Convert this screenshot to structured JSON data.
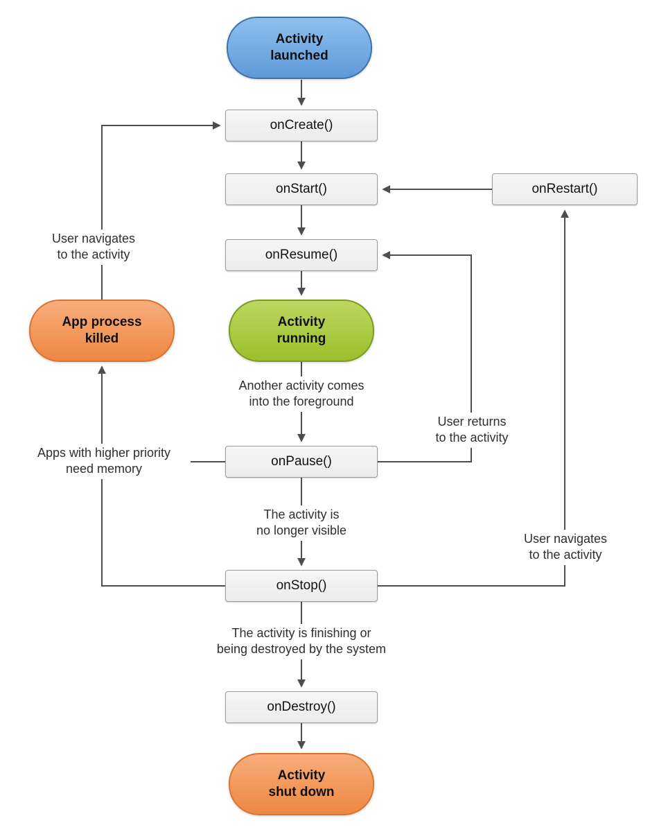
{
  "diagram": {
    "nodes": {
      "activity_launched": "Activity\nlaunched",
      "on_create": "onCreate()",
      "on_start": "onStart()",
      "on_resume": "onResume()",
      "activity_running": "Activity\nrunning",
      "on_pause": "onPause()",
      "on_stop": "onStop()",
      "on_destroy": "onDestroy()",
      "activity_shut_down": "Activity\nshut down",
      "app_process_killed": "App process\nkilled",
      "on_restart": "onRestart()"
    },
    "captions": {
      "user_navigates_left": "User navigates\nto the activity",
      "another_activity_foreground": "Another activity comes\ninto the foreground",
      "user_returns": "User returns\nto the activity",
      "apps_higher_priority": "Apps with higher priority\nneed memory",
      "no_longer_visible": "The activity is\nno longer visible",
      "user_navigates_right": "User navigates\nto the activity",
      "finishing_or_destroyed": "The activity is finishing or\nbeing destroyed by the system"
    },
    "colors": {
      "launched_blue": "#6da7e3",
      "running_green": "#a9cb3a",
      "terminal_orange": "#f29a5f",
      "callback_gray": "#f1f1f1",
      "arrow": "#4d4d4d"
    }
  }
}
